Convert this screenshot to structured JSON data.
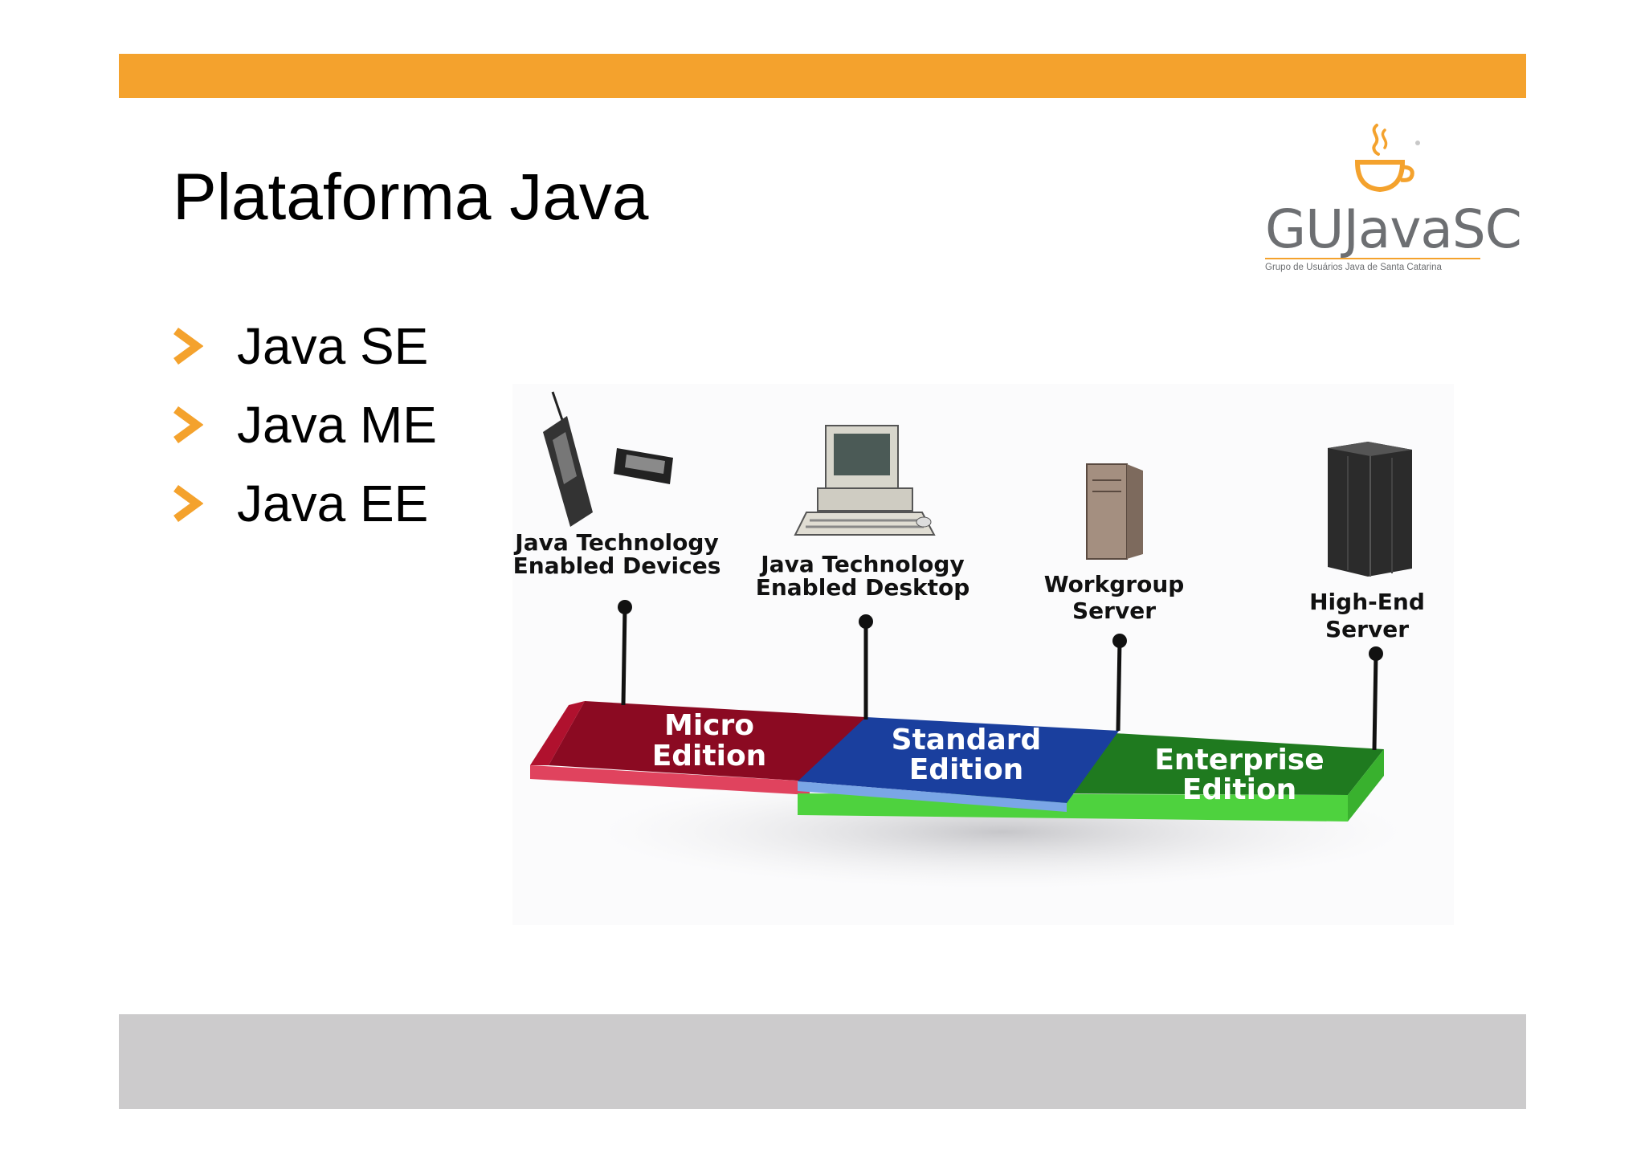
{
  "slide": {
    "title": "Plataforma Java",
    "bullets": [
      "Java SE",
      "Java ME",
      "Java EE"
    ]
  },
  "logo": {
    "wordmark": "GUJavaSC",
    "tagline": "Grupo de Usuários Java de Santa Catarina"
  },
  "diagram": {
    "devices": [
      {
        "line1": "Java Technology",
        "line2": "Enabled Devices"
      },
      {
        "line1": "Java Technology",
        "line2": "Enabled Desktop"
      },
      {
        "line1": "Workgroup",
        "line2": "Server"
      },
      {
        "line1": "High-End",
        "line2": "Server"
      }
    ],
    "editions": [
      {
        "line1": "Micro",
        "line2": "Edition",
        "color": "#8b0a22"
      },
      {
        "line1": "Standard",
        "line2": "Edition",
        "color": "#1a3f9e"
      },
      {
        "line1": "Enterprise",
        "line2": "Edition",
        "color": "#1f7a1f"
      }
    ]
  },
  "colors": {
    "accent_bar": "#f4a22d",
    "footer_bar": "#cccbcc",
    "bullet_arrow": "#f4a22d"
  }
}
